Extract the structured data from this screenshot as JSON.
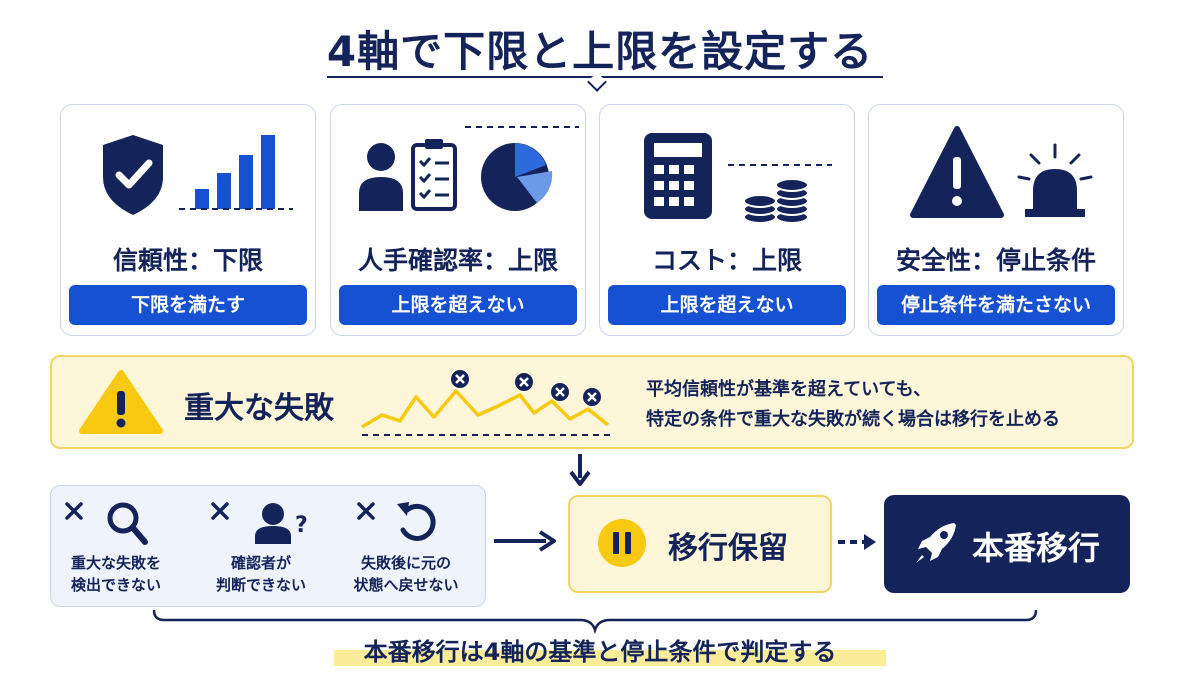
{
  "title": "4軸で下限と上限を設定する",
  "cards": [
    {
      "label": "信頼性：下限",
      "badge": "下限を満たす",
      "icon": "shield-check-icon"
    },
    {
      "label": "人手確認率：上限",
      "badge": "上限を超えない",
      "icon": "reviewer-checklist-icon"
    },
    {
      "label": "コスト：上限",
      "badge": "上限を超えない",
      "icon": "calculator-coins-icon"
    },
    {
      "label": "安全性：停止条件",
      "badge": "停止条件を満たさない",
      "icon": "warning-alarm-icon"
    }
  ],
  "warning": {
    "title": "重大な失敗",
    "description": "平均信頼性が基準を超えていても、特定の条件で重大な失敗が続く場合は移行を止める",
    "description_lines": [
      "平均信頼性が基準を超えていても、",
      "特定の条件で重大な失敗が続く場合は移行を止める"
    ]
  },
  "reasons": [
    {
      "lines": [
        "重大な失敗を",
        "検出できない"
      ],
      "icon": "search-icon"
    },
    {
      "lines": [
        "確認者が",
        "判断できない"
      ],
      "icon": "person-question-icon"
    },
    {
      "lines": [
        "失敗後に元の",
        "状態へ戻せない"
      ],
      "icon": "undo-icon"
    }
  ],
  "hold": {
    "label": "移行保留",
    "icon": "pause-icon"
  },
  "production": {
    "label": "本番移行",
    "icon": "rocket-icon"
  },
  "conclusion": "本番移行は4軸の基準と停止条件で判定する",
  "colors": {
    "navy": "#14245b",
    "blue": "#1650d3",
    "yellow": "#f7c910",
    "yellow_bg": "#fdf6d8",
    "highlight": "#fbec9a"
  }
}
